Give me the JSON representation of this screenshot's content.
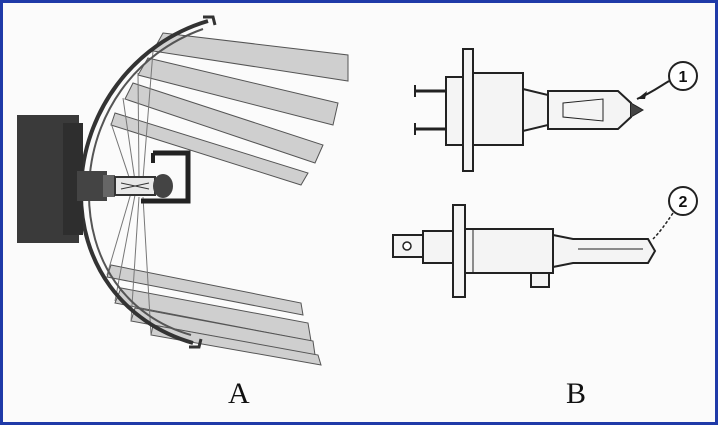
{
  "figure": {
    "panel_a_label": "A",
    "panel_b_label": "B",
    "callouts": [
      {
        "number": "1"
      },
      {
        "number": "2"
      }
    ]
  },
  "colors": {
    "border": "#1f3aa8",
    "ink": "#1a1a1a",
    "beam": "#c9c9c9",
    "socket": "#3a3a3a"
  }
}
